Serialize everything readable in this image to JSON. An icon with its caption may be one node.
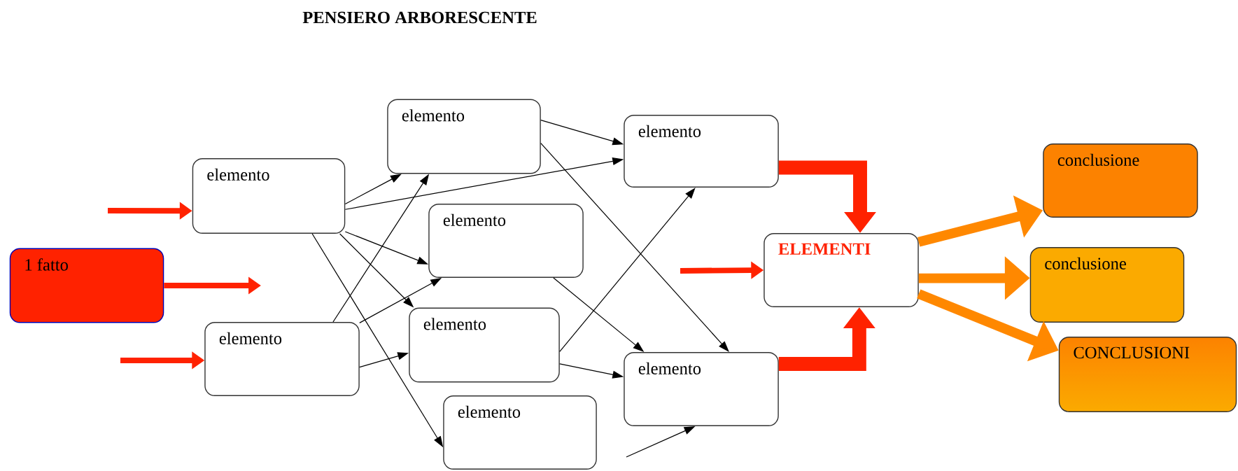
{
  "diagram": {
    "title": "PENSIERO ARBORESCENTE",
    "nodes": [
      {
        "text": [
          "1 fatto"
        ]
      },
      {
        "text": [
          "elemento"
        ]
      },
      {
        "text": [
          "elemento"
        ]
      },
      {
        "text": [
          "elemento"
        ]
      },
      {
        "text": [
          "elemento"
        ]
      },
      {
        "text": [
          "elemento"
        ]
      },
      {
        "text": [
          "elemento"
        ]
      },
      {
        "text": [
          "elemento"
        ]
      },
      {
        "text": [
          "elemento"
        ]
      },
      {
        "text": [
          "ELEMENTI"
        ]
      },
      {
        "text": [
          "conclusione"
        ]
      },
      {
        "text": [
          "conclusione"
        ]
      },
      {
        "text": [
          "CONCLUSIONI"
        ]
      }
    ],
    "edges": [
      {
        "from": null,
        "to": 1,
        "arrow": "to",
        "style": "thick",
        "color": "#ff2200"
      },
      {
        "from": 0,
        "to": null,
        "arrow": "to",
        "style": "thick",
        "color": "#ff2200"
      },
      {
        "from": null,
        "to": 5,
        "arrow": "to",
        "style": "thick",
        "color": "#ff2200"
      },
      {
        "from": 1,
        "to": 2,
        "arrow": "to"
      },
      {
        "from": 1,
        "to": 3,
        "arrow": "to"
      },
      {
        "from": 1,
        "to": 4,
        "arrow": "to"
      },
      {
        "from": 1,
        "to": 6,
        "arrow": "to"
      },
      {
        "from": 1,
        "to": 8,
        "arrow": "to"
      },
      {
        "from": 5,
        "to": 2,
        "arrow": "to"
      },
      {
        "from": 5,
        "to": 4,
        "arrow": "to"
      },
      {
        "from": 5,
        "to": 6,
        "arrow": "to"
      },
      {
        "from": 2,
        "to": 3,
        "arrow": "to"
      },
      {
        "from": 2,
        "to": 7,
        "arrow": "to"
      },
      {
        "from": 4,
        "to": 7,
        "arrow": "to"
      },
      {
        "from": 6,
        "to": 3,
        "arrow": "to"
      },
      {
        "from": 6,
        "to": 7,
        "arrow": "to"
      },
      {
        "from": null,
        "to": 7,
        "arrow": "to"
      },
      {
        "from": null,
        "to": 9,
        "arrow": "to",
        "style": "thick",
        "color": "#ff2200"
      },
      {
        "from": 3,
        "to": 9,
        "arrow": "to",
        "style": "thick",
        "color": "#ff2200"
      },
      {
        "from": 7,
        "to": 9,
        "arrow": "to",
        "style": "thick",
        "color": "#ff2200"
      },
      {
        "from": 9,
        "to": 10,
        "arrow": "to",
        "style": "thick",
        "color": "#ff8800"
      },
      {
        "from": 9,
        "to": 11,
        "arrow": "to",
        "style": "thick",
        "color": "#ff8800"
      },
      {
        "from": 9,
        "to": 12,
        "arrow": "to",
        "style": "thick",
        "color": "#ff8800"
      }
    ]
  }
}
